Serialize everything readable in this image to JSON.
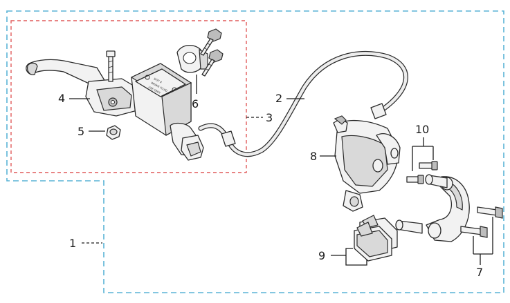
{
  "diagram": {
    "callouts": [
      {
        "id": "1",
        "label": "1"
      },
      {
        "id": "2",
        "label": "2"
      },
      {
        "id": "3",
        "label": "3"
      },
      {
        "id": "4",
        "label": "4"
      },
      {
        "id": "5",
        "label": "5"
      },
      {
        "id": "6",
        "label": "6"
      },
      {
        "id": "7",
        "label": "7"
      },
      {
        "id": "8",
        "label": "8"
      },
      {
        "id": "9",
        "label": "9"
      },
      {
        "id": "10",
        "label": "10"
      }
    ],
    "colors": {
      "outer_group_border": "#5ab4d6",
      "inner_group_border": "#e05a5a",
      "line_art": "#2a2a2a"
    }
  }
}
